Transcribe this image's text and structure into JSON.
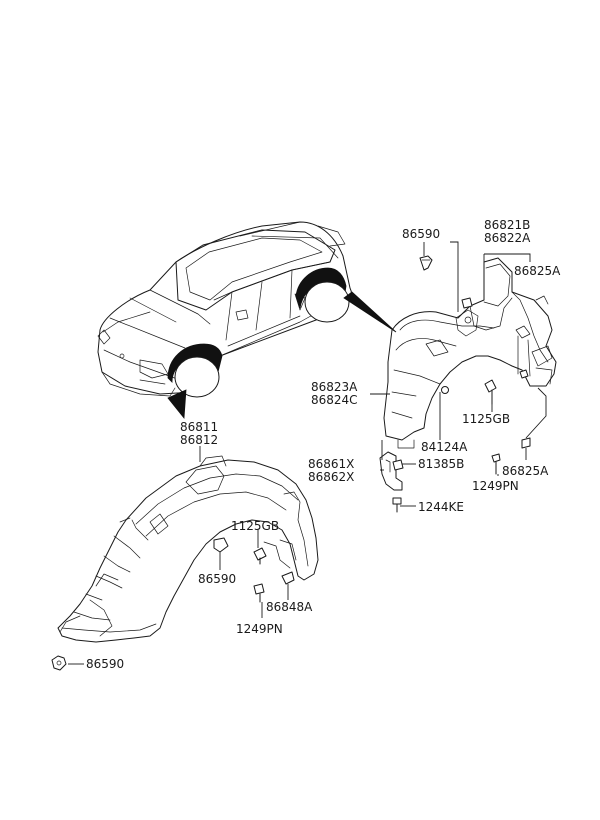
{
  "labels": {
    "p86590_top": "86590",
    "p86821B": "86821B",
    "p86822A": "86822A",
    "p86825A_top": "86825A",
    "p86823A": "86823A",
    "p86824C": "86824C",
    "p1125GB_right": "1125GB",
    "p84124A": "84124A",
    "p86861X": "86861X",
    "p86862X": "86862X",
    "p81385B": "81385B",
    "p86825A_bot": "86825A",
    "p1249PN_right": "1249PN",
    "p1244KE": "1244KE",
    "p86811": "86811",
    "p86812": "86812",
    "p1125GB_left": "1125GB",
    "p86590_mid": "86590",
    "p86848A": "86848A",
    "p1249PN_left": "1249PN",
    "p86590_bot": "86590"
  },
  "colors": {
    "ink": "#1a1a1a",
    "fill_dark": "#111111",
    "paper": "#ffffff"
  }
}
